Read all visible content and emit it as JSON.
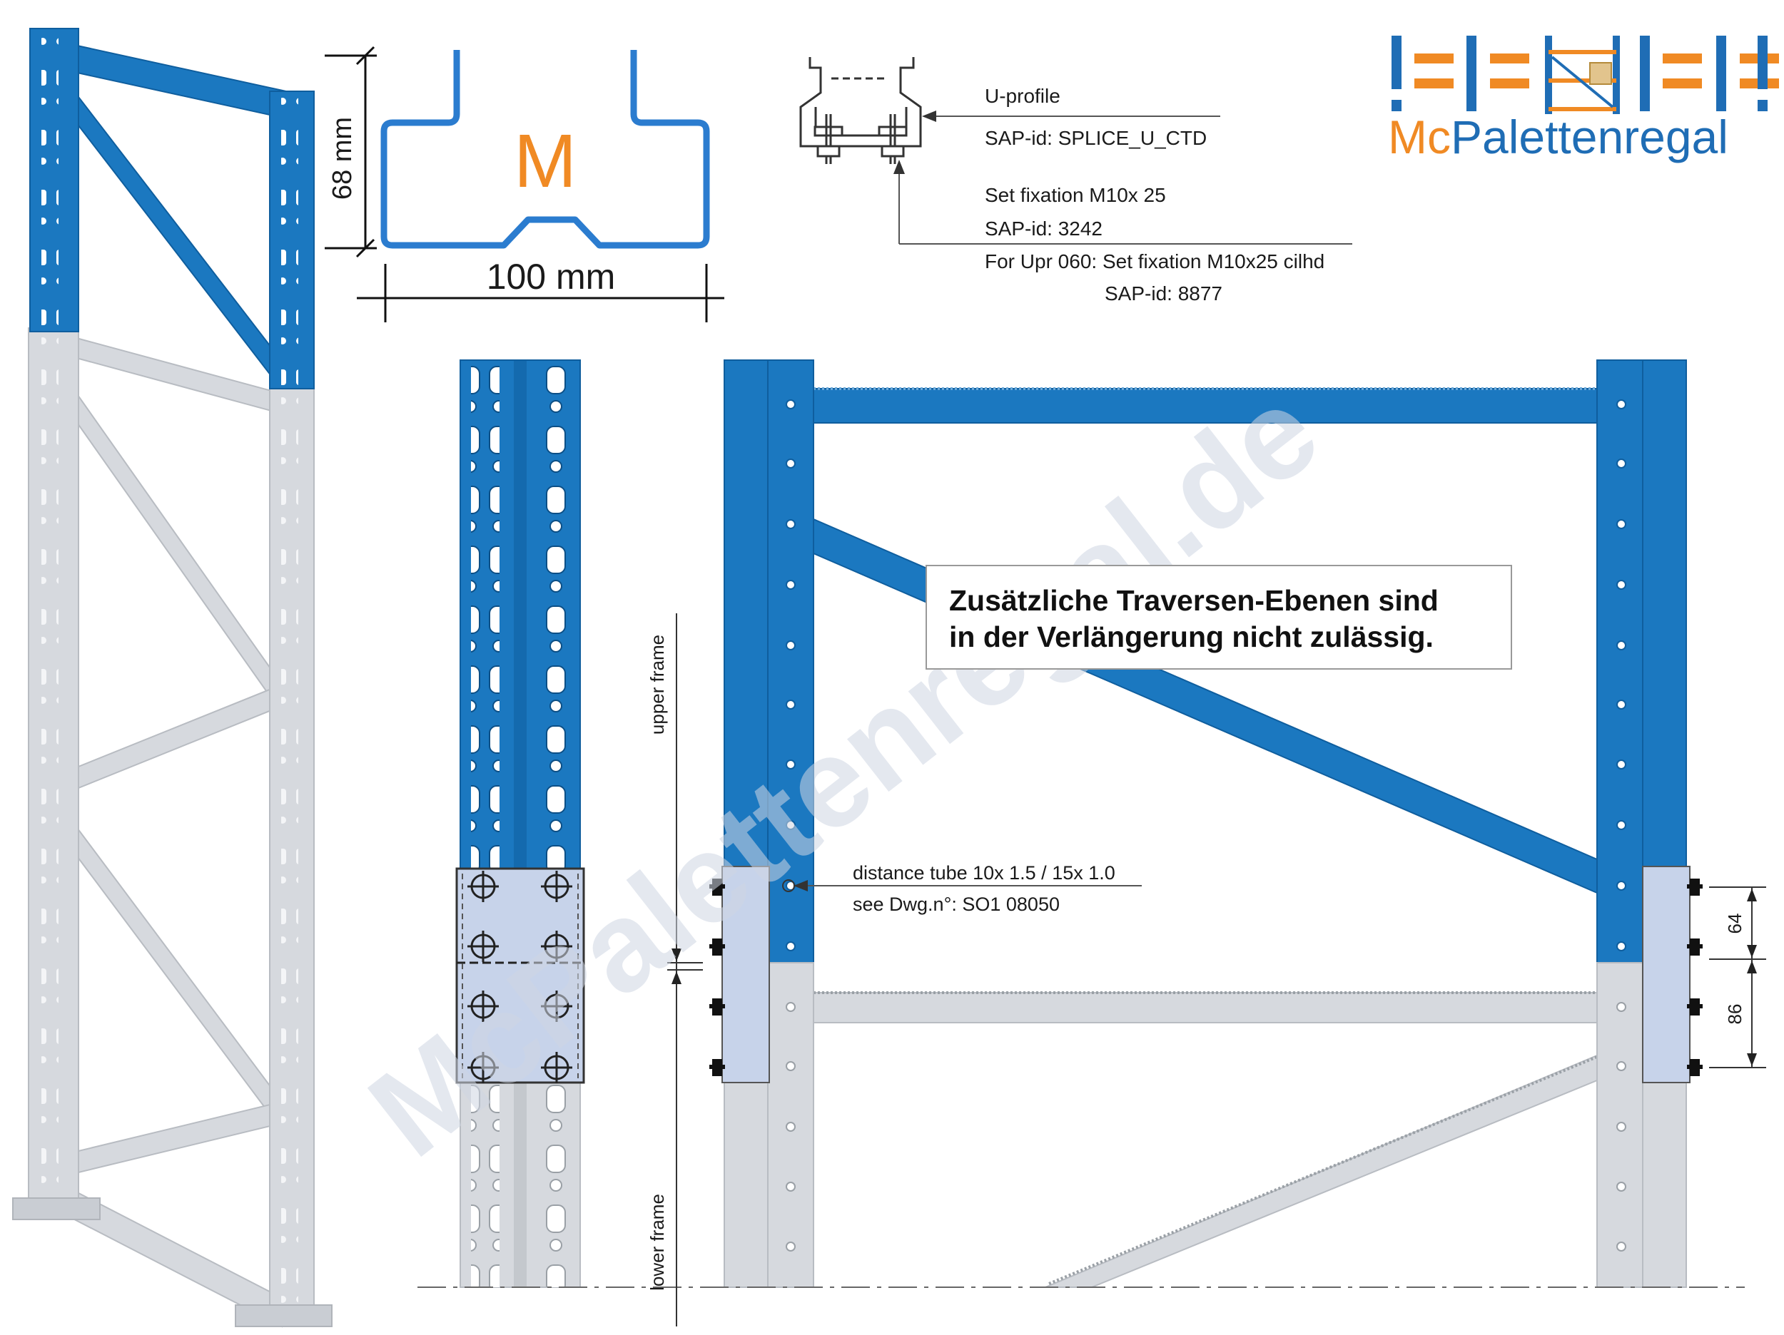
{
  "colors": {
    "blue": "#1b78c0",
    "blue_dark": "#0f5e9e",
    "blue_profile": "#2b7ccf",
    "grey": "#d6d9de",
    "grey_dark": "#b8bcc2",
    "splice": "#c7d3ea",
    "orange": "#f08a24",
    "logo_blue": "#1f6db5",
    "watermark": "#cfd6e3"
  },
  "logo": {
    "text_orange": "Mc",
    "text_blue": "Palettenregal"
  },
  "watermark": "McPalettenregal.de",
  "profile": {
    "letter": "M",
    "height_label": "68 mm",
    "width_label": "100 mm"
  },
  "splice_detail": {
    "u_profile": "U-profile",
    "u_profile_sap": "SAP-id: SPLICE_U_CTD",
    "set_fixation": "Set fixation M10x 25",
    "set_fixation_sap": "SAP-id: 3242",
    "upr_note": "For Upr 060: Set fixation M10x25 cilhd",
    "upr_note_sap": "SAP-id: 8877"
  },
  "frame_labels": {
    "upper": "upper frame",
    "lower": "lower frame"
  },
  "distance_tube": {
    "line1": "distance tube 10x 1.5 / 15x 1.0",
    "line2": "see Dwg.n°: SO1 08050"
  },
  "dimensions": {
    "top": "64",
    "bottom": "86"
  },
  "note": {
    "line1": "Zusätzliche Traversen-Ebenen sind",
    "line2": "in der Verlängerung nicht zulässig."
  }
}
